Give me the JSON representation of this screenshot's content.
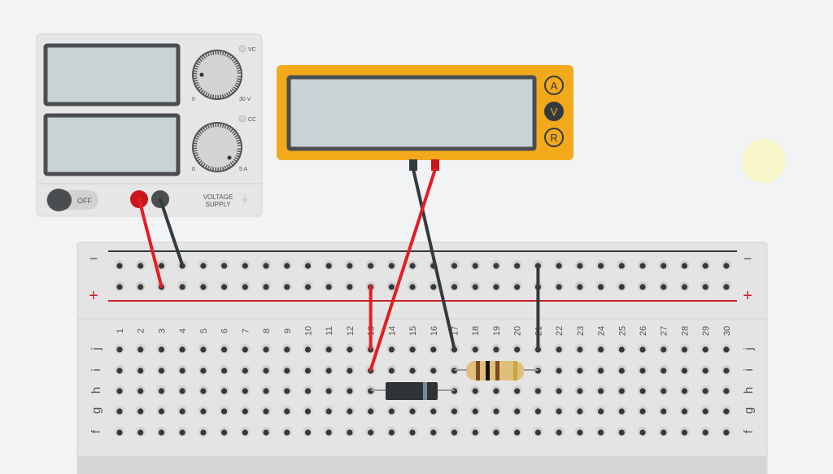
{
  "power_supply": {
    "voltage_knob_min": "0",
    "voltage_knob_max": "30 V",
    "current_knob_min": "0",
    "current_knob_max": "5 A",
    "vc_indicator": "VC",
    "cc_indicator": "CC",
    "switch_label": "OFF",
    "brand_line1": "VOLTAGE",
    "brand_line2": "SUPPLY"
  },
  "multimeter": {
    "modes": [
      "A",
      "V",
      "R"
    ],
    "selected_mode": "V"
  },
  "breadboard": {
    "rail_minus": "−",
    "rail_plus": "+",
    "columns": [
      "1",
      "2",
      "3",
      "4",
      "5",
      "6",
      "7",
      "8",
      "9",
      "10",
      "11",
      "12",
      "13",
      "14",
      "15",
      "16",
      "17",
      "18",
      "19",
      "20",
      "21",
      "22",
      "23",
      "24",
      "25",
      "26",
      "27",
      "28",
      "29",
      "30"
    ],
    "rows": [
      "j",
      "i",
      "h",
      "g",
      "f"
    ]
  },
  "colors": {
    "multimeter": "#f2a91c",
    "wire_red": "#e31e24",
    "wire_black": "#333a3d",
    "rail_red": "#c8202a",
    "bulb": "#f6f6c9"
  }
}
